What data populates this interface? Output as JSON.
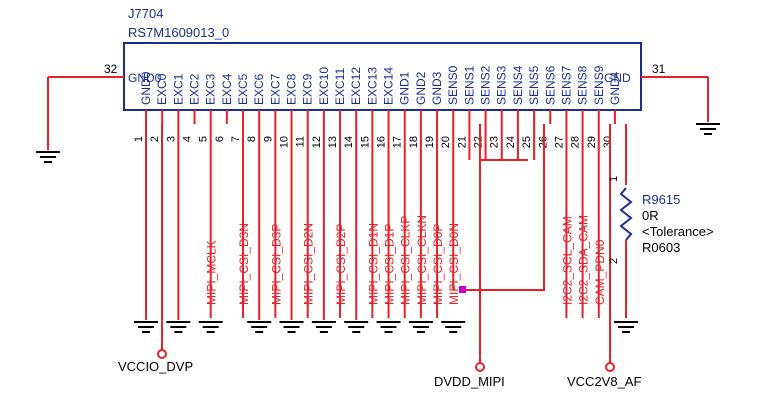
{
  "component": {
    "refdes": "J7704",
    "part_number": "RS7M1609013_0",
    "left_pin_name": "GND0",
    "left_pin_number": "32",
    "right_pin_name": "GND",
    "right_pin_number": "31",
    "pins": [
      {
        "num": "1",
        "name": "GND0"
      },
      {
        "num": "2",
        "name": "EXC0"
      },
      {
        "num": "3",
        "name": "EXC1"
      },
      {
        "num": "4",
        "name": "EXC2"
      },
      {
        "num": "5",
        "name": "EXC3"
      },
      {
        "num": "6",
        "name": "EXC4"
      },
      {
        "num": "7",
        "name": "EXC5"
      },
      {
        "num": "8",
        "name": "EXC6"
      },
      {
        "num": "9",
        "name": "EXC7"
      },
      {
        "num": "10",
        "name": "EXC8"
      },
      {
        "num": "11",
        "name": "EXC9"
      },
      {
        "num": "12",
        "name": "EXC10"
      },
      {
        "num": "13",
        "name": "EXC11"
      },
      {
        "num": "14",
        "name": "EXC12"
      },
      {
        "num": "15",
        "name": "EXC13"
      },
      {
        "num": "16",
        "name": "EXC14"
      },
      {
        "num": "17",
        "name": "GND1"
      },
      {
        "num": "18",
        "name": "GND2"
      },
      {
        "num": "19",
        "name": "GND3"
      },
      {
        "num": "20",
        "name": "SENS0"
      },
      {
        "num": "21",
        "name": "SENS1"
      },
      {
        "num": "22",
        "name": "SENS2"
      },
      {
        "num": "23",
        "name": "SENS3"
      },
      {
        "num": "24",
        "name": "SENS4"
      },
      {
        "num": "25",
        "name": "SENS5"
      },
      {
        "num": "26",
        "name": "SENS6"
      },
      {
        "num": "27",
        "name": "SENS7"
      },
      {
        "num": "28",
        "name": "SENS8"
      },
      {
        "num": "29",
        "name": "SENS9"
      },
      {
        "num": "30",
        "name": "GND4"
      }
    ]
  },
  "nets": [
    {
      "pin": "5",
      "label": "MIPI_MCLK"
    },
    {
      "pin": "7",
      "label": "MIPI_CSI_D3N"
    },
    {
      "pin": "9",
      "label": "MIPI_CSI_D3P"
    },
    {
      "pin": "11",
      "label": "MIPI_CSI_D2N"
    },
    {
      "pin": "13",
      "label": "MIPI_CSI_D2P"
    },
    {
      "pin": "15",
      "label": "MIPI_CSI_D1N"
    },
    {
      "pin": "16",
      "label": "MIPI_CSI_D1P"
    },
    {
      "pin": "17",
      "label": "MIPI_CSI_CLKP"
    },
    {
      "pin": "18",
      "label": "MIPI_CSI_CLKN"
    },
    {
      "pin": "19",
      "label": "MIPI_CSI_D0P"
    },
    {
      "pin": "20",
      "label": "MIPI_CSI_D0N"
    },
    {
      "pin": "27",
      "label": "I2C2_SCL_CAM"
    },
    {
      "pin": "28",
      "label": "I2C2_SDA_CAM"
    },
    {
      "pin": "29",
      "label": "CAM_PDN0"
    }
  ],
  "resistor": {
    "refdes": "R9615",
    "value": "0R",
    "tolerance": "<Tolerance>",
    "footprint": "R0603",
    "pin1": "1",
    "pin2": "2"
  },
  "power": {
    "vccio": "VCCIO_DVP",
    "dvdd": "DVDD_MIPI",
    "vcc2v8": "VCC2V8_AF"
  },
  "colors": {
    "wire": "#e8202a",
    "text": "#1a2f8c",
    "box": "#1a2f8c",
    "junction": "#cc00cc",
    "black": "#000000"
  }
}
